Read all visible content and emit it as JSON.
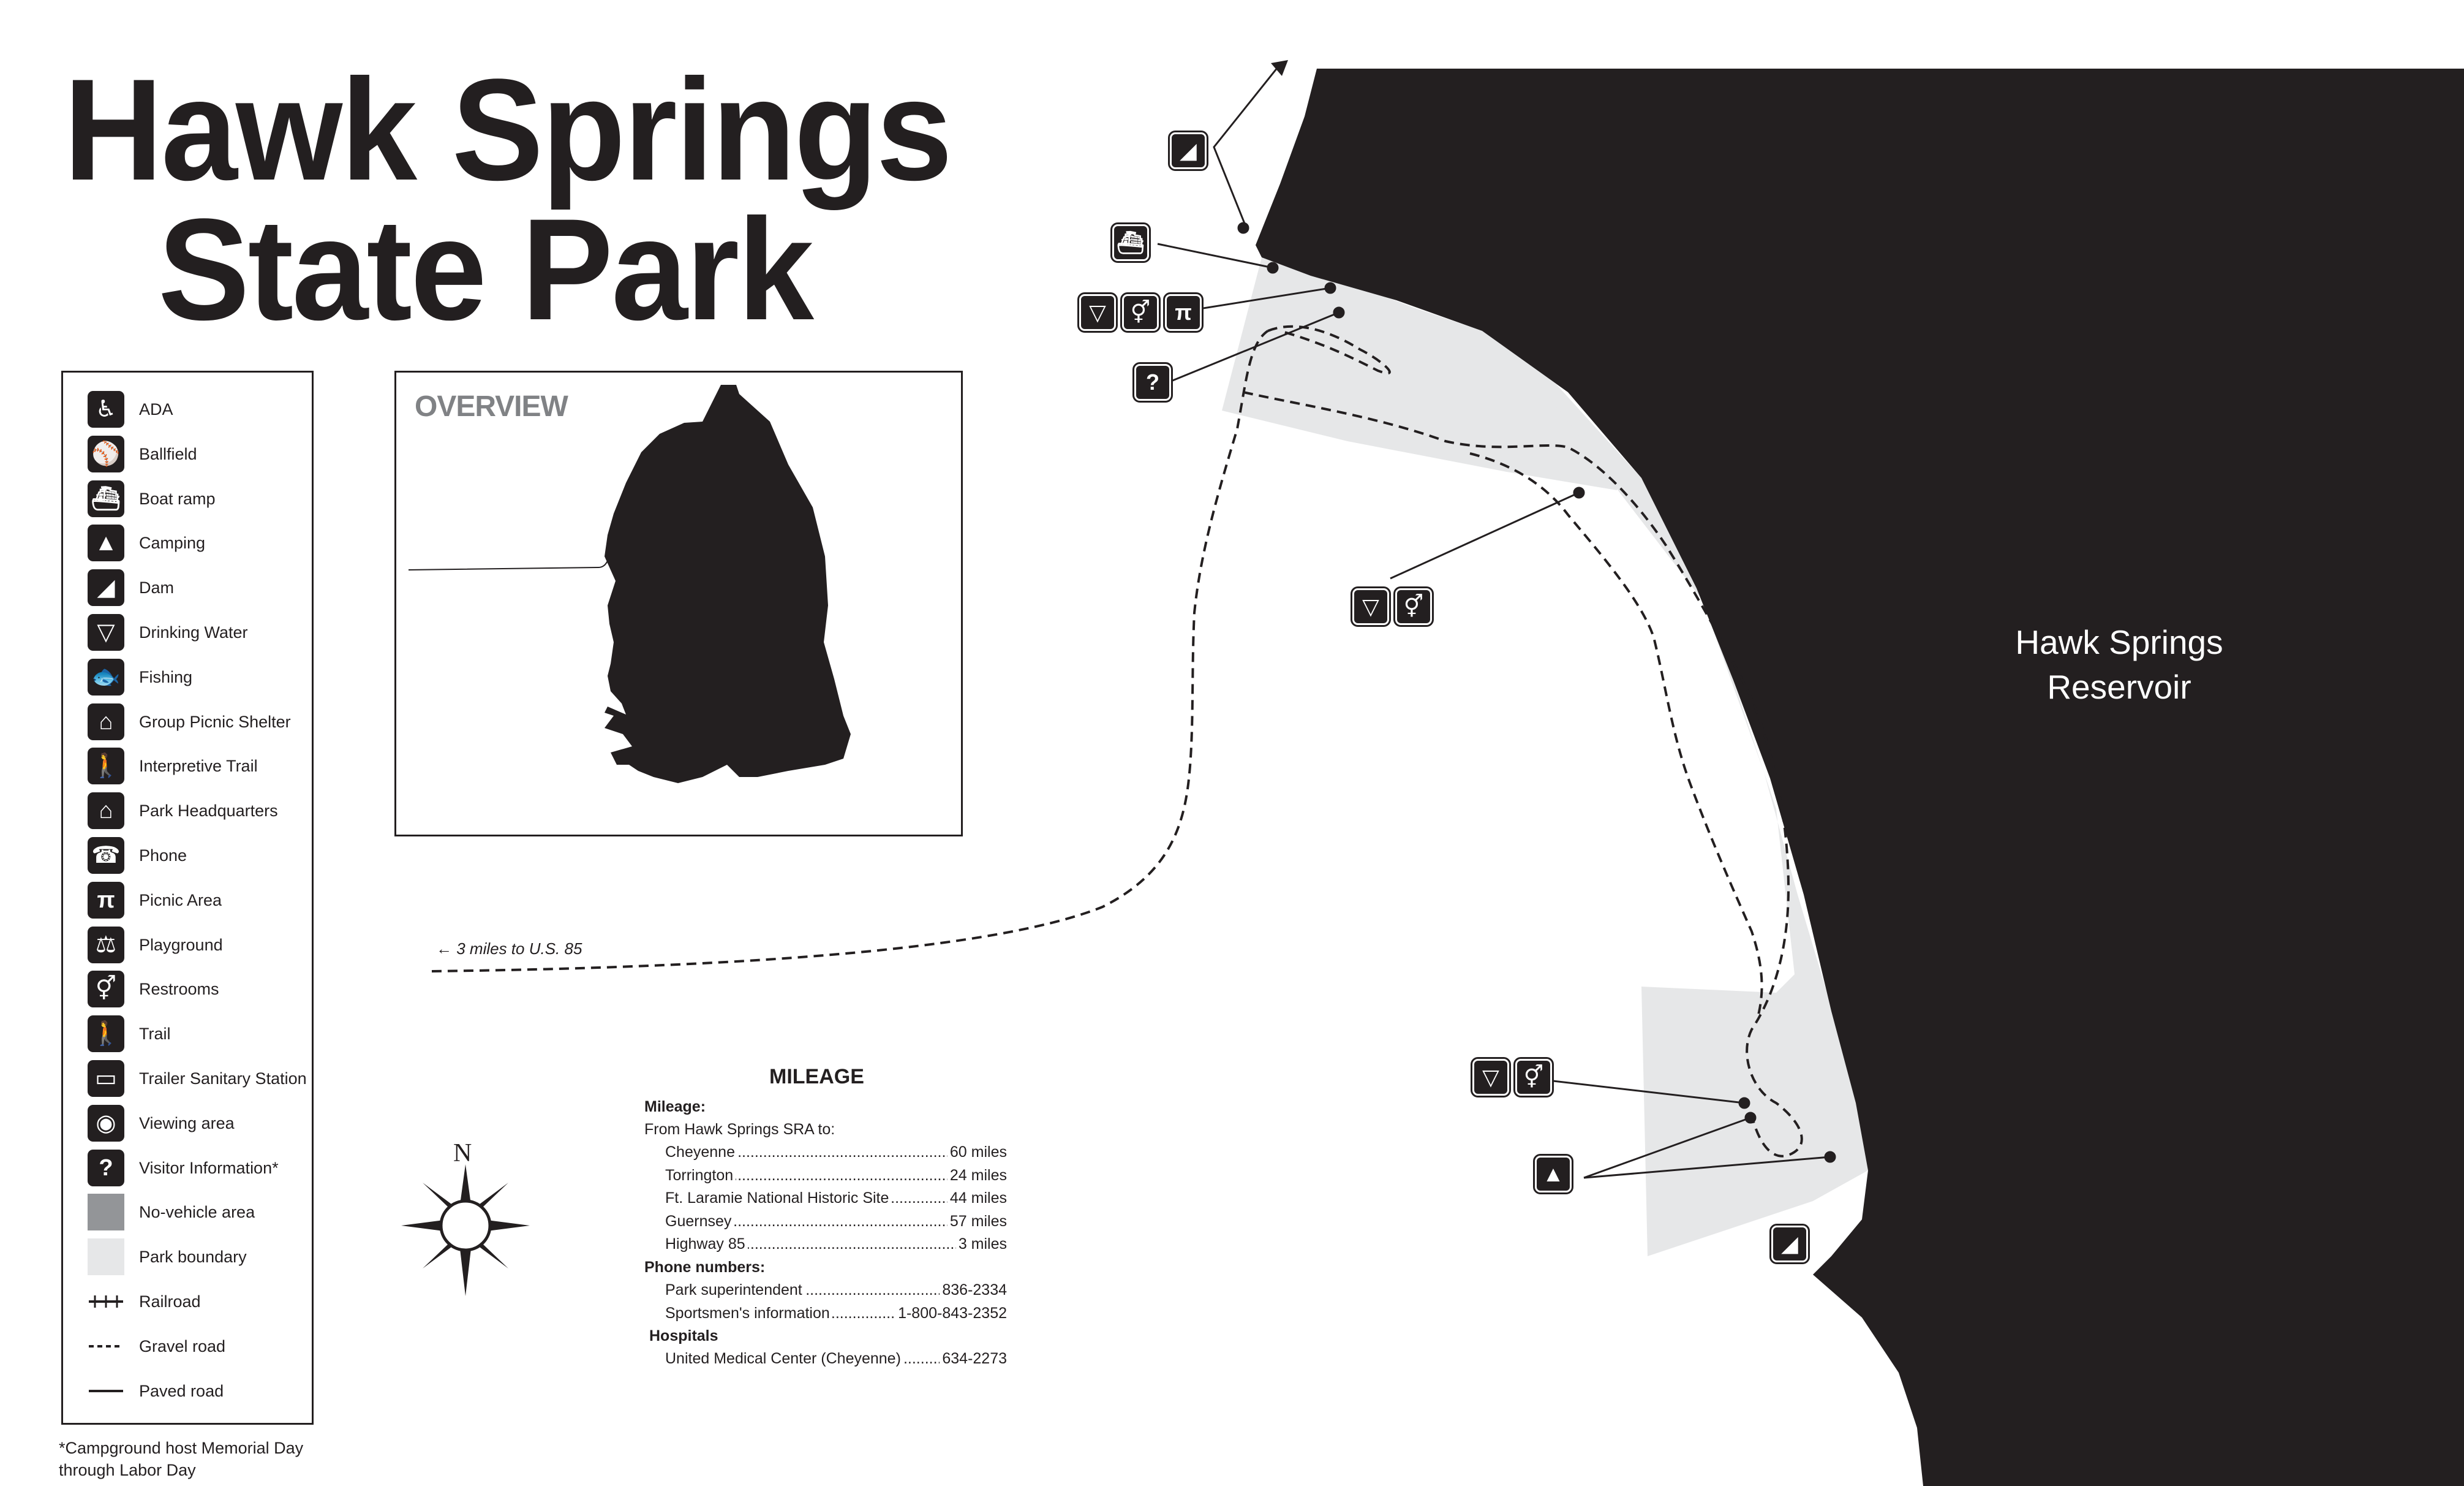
{
  "title": {
    "line1": "Hawk Springs",
    "line2": "State Park"
  },
  "legend": {
    "items": [
      {
        "label": "ADA",
        "icon": "ada-icon",
        "glyph": "♿"
      },
      {
        "label": "Ballfield",
        "icon": "ballfield-icon",
        "glyph": "⚾"
      },
      {
        "label": "Boat ramp",
        "icon": "boat-ramp-icon",
        "glyph": "⛴"
      },
      {
        "label": "Camping",
        "icon": "camping-icon",
        "glyph": "▲"
      },
      {
        "label": "Dam",
        "icon": "dam-icon",
        "glyph": "◢"
      },
      {
        "label": "Drinking Water",
        "icon": "drinking-water-icon",
        "glyph": "▽"
      },
      {
        "label": "Fishing",
        "icon": "fishing-icon",
        "glyph": "🐟"
      },
      {
        "label": "Group Picnic Shelter",
        "icon": "group-picnic-shelter-icon",
        "glyph": "⌂"
      },
      {
        "label": "Interpretive Trail",
        "icon": "interpretive-trail-icon",
        "glyph": "🚶"
      },
      {
        "label": "Park Headquarters",
        "icon": "park-headquarters-icon",
        "glyph": "⌂"
      },
      {
        "label": "Phone",
        "icon": "phone-icon",
        "glyph": "☎"
      },
      {
        "label": "Picnic Area",
        "icon": "picnic-area-icon",
        "glyph": "π"
      },
      {
        "label": "Playground",
        "icon": "playground-icon",
        "glyph": "⚖"
      },
      {
        "label": "Restrooms",
        "icon": "restrooms-icon",
        "glyph": "⚥"
      },
      {
        "label": "Trail",
        "icon": "trail-icon",
        "glyph": "🚶"
      },
      {
        "label": "Trailer Sanitary Station",
        "icon": "trailer-sanitary-station-icon",
        "glyph": "▭"
      },
      {
        "label": "Viewing area",
        "icon": "viewing-area-icon",
        "glyph": "◉"
      },
      {
        "label": "Visitor Information*",
        "icon": "visitor-information-icon",
        "glyph": "?"
      },
      {
        "label": "No-vehicle area",
        "icon": "no-vehicle-area-swatch",
        "glyph": ""
      },
      {
        "label": "Park boundary",
        "icon": "park-boundary-swatch",
        "glyph": ""
      },
      {
        "label": "Railroad",
        "icon": "railroad-symbol",
        "glyph": ""
      },
      {
        "label": "Gravel road",
        "icon": "gravel-road-symbol",
        "glyph": ""
      },
      {
        "label": "Paved road",
        "icon": "paved-road-symbol",
        "glyph": ""
      }
    ],
    "footnote": "*Campground host Memorial Day through Labor Day"
  },
  "overview": {
    "label": "OVERVIEW"
  },
  "road_note": "← 3 miles to U.S. 85",
  "reservoir_label": "Hawk Springs Reservoir",
  "compass_label": "N",
  "mileage": {
    "title": "MILEAGE",
    "heading": "Mileage:",
    "from": "From Hawk Springs SRA to:",
    "destinations": [
      {
        "name": "Cheyenne",
        "value": "60 miles"
      },
      {
        "name": "Torrington",
        "value": "24 miles"
      },
      {
        "name": "Ft. Laramie National Historic Site",
        "value": "44 miles"
      },
      {
        "name": "Guernsey",
        "value": "57 miles"
      },
      {
        "name": "Highway 85",
        "value": "3 miles"
      }
    ],
    "phone_heading": "Phone numbers:",
    "phones": [
      {
        "name": "Park superintendent",
        "value": "836-2334"
      },
      {
        "name": "Sportsmen's information",
        "value": "1-800-843-2352"
      }
    ],
    "hospitals_heading": "Hospitals",
    "hospitals": [
      {
        "name": "United Medical Center (Cheyenne)",
        "value": "634-2273"
      }
    ]
  },
  "colors": {
    "ink": "#231f20",
    "park_boundary": "#e6e7e8",
    "no_vehicle": "#939598",
    "overview_label": "#808285"
  }
}
